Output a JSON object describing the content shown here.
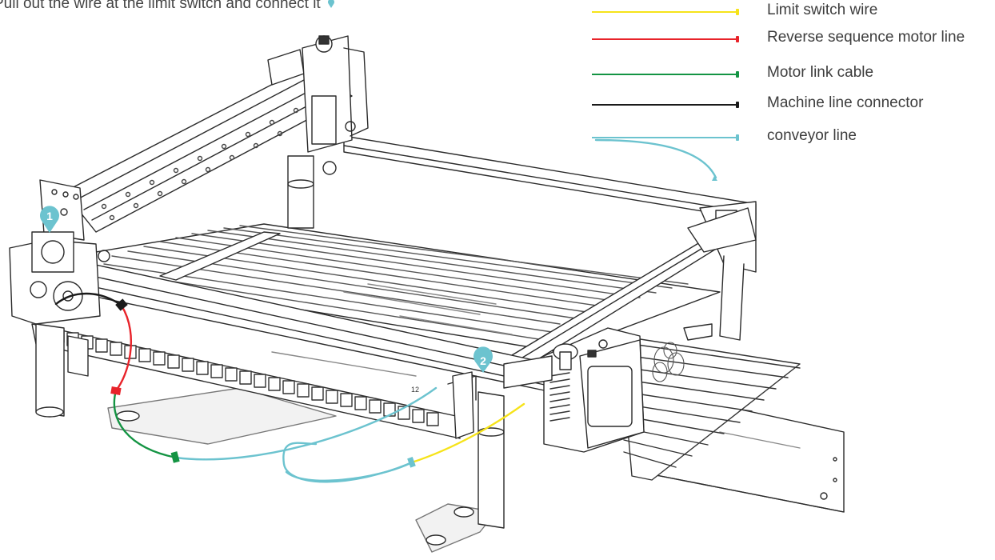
{
  "caption": {
    "text": "Pull out the wire at the limit switch and connect it",
    "pin_color": "#6cc3cf"
  },
  "legend": [
    {
      "label": "Limit switch wire",
      "color": "#f6e31a"
    },
    {
      "label": "Reverse sequence motor line",
      "color": "#e8232a"
    },
    {
      "label": "Motor link cable",
      "color": "#149443"
    },
    {
      "label": "Machine line connector",
      "color": "#1a1a1a"
    },
    {
      "label": "conveyor line",
      "color": "#6cc3cf"
    }
  ],
  "markers": [
    {
      "number": "1",
      "color": "#6cc3cf"
    },
    {
      "number": "2",
      "color": "#6cc3cf"
    }
  ],
  "machine_label": "12"
}
